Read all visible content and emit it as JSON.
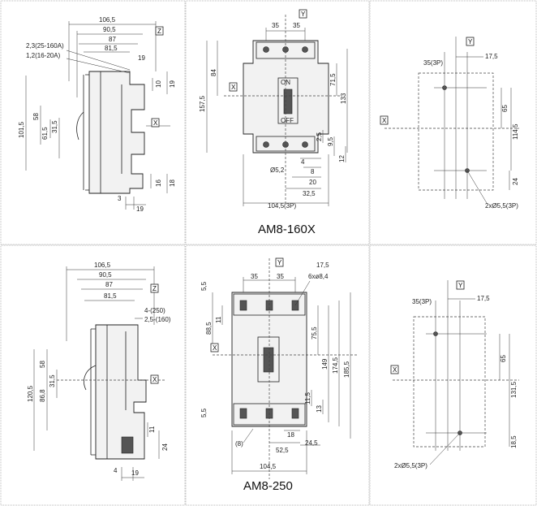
{
  "labels": {
    "tl": {
      "w1": "106,5",
      "w2": "90,5",
      "w3": "87",
      "w4": "81,5",
      "note1": "2,3(25-160A)",
      "note2": "1,2(16-20A)",
      "d19": "19",
      "d10": "10",
      "d19b": "19",
      "h58": "58",
      "h315": "31,5",
      "h615": "61,5",
      "h1015": "101,5",
      "d16": "16",
      "d18": "18",
      "d3": "3",
      "d19c": "19"
    },
    "tc": {
      "d35a": "35",
      "d35b": "35",
      "h84": "84",
      "h1575": "157,5",
      "h715": "71,5",
      "h133": "133",
      "h95": "9,5",
      "h25": "2,5",
      "h12": "12",
      "d4": "4",
      "d8": "8",
      "d20": "20",
      "d325": "32,5",
      "hole": "Ø5,2",
      "w1045": "104,5(3P)",
      "on": "ON",
      "off": "OFF"
    },
    "tr": {
      "d35": "35(3P)",
      "d175": "17,5",
      "h65": "65",
      "h1145": "114,5",
      "h24": "24",
      "holes": "2xØ5,5(3P)"
    },
    "bl": {
      "w1": "106,5",
      "w2": "90,5",
      "w3": "87",
      "w4": "81,5",
      "note1": "4-(250)",
      "note2": "2,5-(160)",
      "h58": "58",
      "h315": "31,5",
      "h868": "86,8",
      "h1205": "120,5",
      "d11": "11",
      "d24": "24",
      "d4": "4",
      "d19": "19"
    },
    "bc": {
      "d55": "5,5",
      "d35a": "35",
      "d35b": "35",
      "d175": "17,5",
      "holes": "6xø8,4",
      "h885": "88,5",
      "h11": "11",
      "h755": "75,5",
      "h149": "149",
      "h1745": "174,5",
      "h1855": "185,5",
      "h115": "11,5",
      "h13": "13",
      "h55b": "5,5",
      "d8": "(8)",
      "d18": "18",
      "d525": "52,5",
      "d245": "24,5",
      "w1045": "104,5"
    },
    "br": {
      "d35": "35(3P)",
      "d175": "17,5",
      "h65": "65",
      "h1315": "131,5",
      "h185": "18,5",
      "holes": "2xØ5,5(3P)"
    },
    "axes": {
      "x": "X",
      "y": "Y",
      "z": "Z"
    },
    "titles": {
      "top": "AM8-160X",
      "bottom": "AM8-250"
    }
  }
}
